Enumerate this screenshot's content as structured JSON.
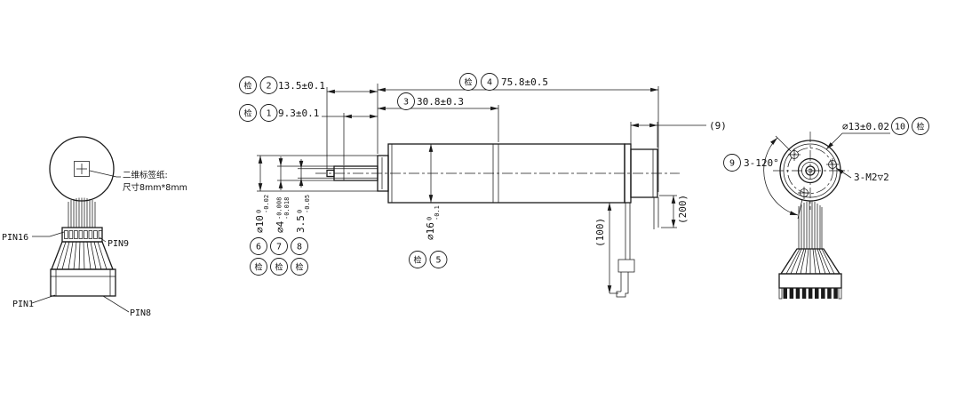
{
  "inspection_mark": "检",
  "left_view": {
    "label_line1": "二维标签纸:",
    "label_line2": "尺寸8mm*8mm",
    "pin_top_left": "PIN16",
    "pin_top_right": "PIN9",
    "pin_bottom_left": "PIN1",
    "pin_bottom_right": "PIN8"
  },
  "dimensions": {
    "len_shaft_total": {
      "balloon": "2",
      "value": "13.5±0.1"
    },
    "len_shaft_flat": {
      "balloon": "1",
      "value": "9.3±0.1"
    },
    "len_gearbox": {
      "balloon": "3",
      "value": "30.8±0.3"
    },
    "len_body": {
      "balloon": "4",
      "value": "75.8±0.5"
    },
    "len_rear": {
      "value": "(9)"
    },
    "dia_pilot": {
      "balloon": "6",
      "value": "⌀10",
      "tol_upper": "0",
      "tol_lower": "-0.02"
    },
    "dia_shaft": {
      "balloon": "7",
      "value": "⌀4",
      "tol_upper": "-0.008",
      "tol_lower": "-0.018"
    },
    "shaft_flat": {
      "balloon": "8",
      "value": "3.5",
      "tol_upper": "0",
      "tol_lower": "-0.05"
    },
    "dia_body": {
      "balloon": "5",
      "value": "⌀16",
      "tol_upper": "0",
      "tol_lower": "-0.1"
    },
    "wire_len_short": {
      "value": "(100)"
    },
    "wire_len_long": {
      "value": "(200)"
    },
    "hole_pattern": {
      "balloon": "9",
      "value": "3-120°"
    },
    "dia_bolt_circle": {
      "balloon": "10",
      "value": "⌀13±0.02"
    },
    "thread_spec": {
      "value": "3-M2▽2"
    }
  }
}
